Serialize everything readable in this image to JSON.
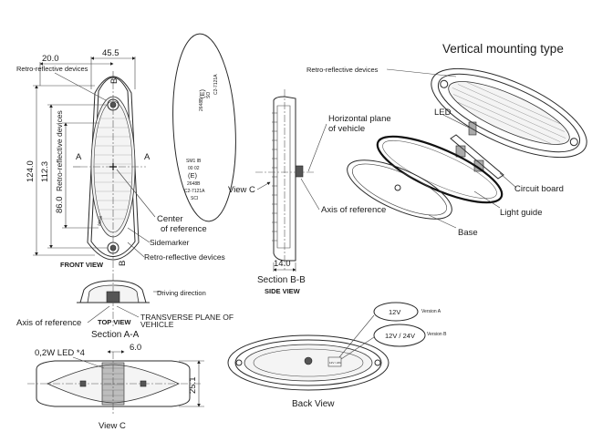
{
  "title": "Vertical mounting type",
  "front_view": {
    "label": "FRONT VIEW",
    "dim_width_total": "45.5",
    "dim_width_partial": "20.0",
    "dim_height_total": "124.0",
    "dim_height_partial": "112.3",
    "dim_height_reflex": "86.0",
    "reflex_vertical_label": "Retro-reflective devices",
    "reflex_top_label": "Retro-reflective devices",
    "reflex_bottom_label": "Retro-reflective devices",
    "center_label_1": "Center",
    "center_label_2": "of reference",
    "sidemarker_label": "Sidemarker",
    "section_marker": "A",
    "section_marker_b": "B"
  },
  "lens_markings": {
    "line1": "SM1 IB",
    "line2": "00 02",
    "line3": "2648B",
    "line4": "C2-7121A",
    "line5": "SO",
    "line6": "SCI",
    "top_line1": "2648B",
    "top_line2": "SO",
    "top_line3": "C2-7121A"
  },
  "top_view": {
    "label": "TOP VIEW",
    "axis_label": "Axis of reference",
    "transverse_label_1": "TRANSVERSE  PLANE OF",
    "transverse_label_2": "VEHICLE",
    "section_label": "Section A-A",
    "driving_direction": "Driving direction"
  },
  "side_view": {
    "label": "SIDE VIEW",
    "section_label": "Section B-B",
    "dim_depth": "14.0",
    "horizontal_plane_1": "Horizontal plane",
    "horizontal_plane_2": "of vehicle",
    "view_c": "View C",
    "axis_label": "Axis of reference"
  },
  "exploded": {
    "reflex_label": "Retro-reflective devices",
    "led_label": "LED",
    "circuit_board_label": "Circuit board",
    "light_guide_label": "Light guide",
    "base_label": "Base"
  },
  "view_c": {
    "label": "View C",
    "led_label": "0,2W LED *4",
    "dim_width": "6.0",
    "dim_height": "25.1"
  },
  "back_view": {
    "label": "Back View",
    "version_a_box": "12V",
    "version_a_label": "Version A",
    "version_b_box": "12V / 24V",
    "version_b_label": "Version B",
    "stamp_text": "12V / 24V"
  }
}
